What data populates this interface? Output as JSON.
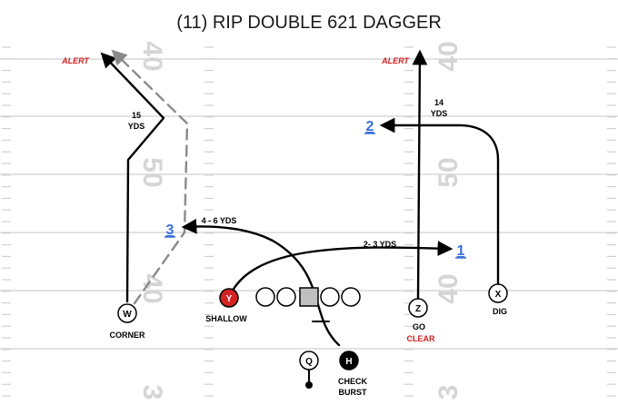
{
  "title": "(11) RIP DOUBLE 621 DAGGER",
  "field": {
    "yard_numbers": {
      "left_top": "40",
      "right_top": "40",
      "left_mid": "50",
      "right_mid": "50",
      "left_low": "40",
      "right_low": "40",
      "left_bottom": "3",
      "right_bottom": "3"
    }
  },
  "players": {
    "w": {
      "label": "W",
      "name": "CORNER"
    },
    "y": {
      "label": "Y",
      "name": "SHALLOW"
    },
    "z": {
      "label": "Z",
      "name": "GO",
      "tag": "CLEAR"
    },
    "x": {
      "label": "X",
      "name": "DIG"
    },
    "q": {
      "label": "Q"
    },
    "h": {
      "label": "H",
      "name_line1": "CHECK",
      "name_line2": "BURST"
    }
  },
  "annotations": {
    "alert_left": "ALERT",
    "alert_right": "ALERT",
    "corner_depth_1": "15",
    "corner_depth_2": "YDS",
    "dig_depth_1": "14",
    "dig_depth_2": "YDS",
    "shallow_depth": "2- 3 YDS",
    "burst_depth": "4 - 6 YDS"
  },
  "progression": {
    "first": "1",
    "second": "2",
    "third": "3"
  },
  "colors": {
    "route": "#000000",
    "option_route": "#8a8a8a",
    "alert": "#d32222",
    "progression": "#3a6fd8",
    "y_fill": "#d32222",
    "yard_lines": "#d0d0d0",
    "yard_numbers": "#d5d5d5"
  }
}
